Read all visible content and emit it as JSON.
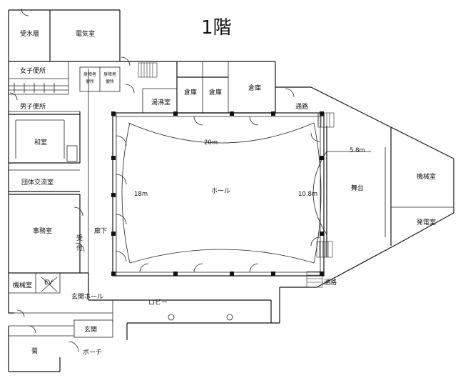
{
  "title": "1階",
  "rooms": {
    "water_tank": "受水層",
    "electric_room": "電気室",
    "womens_restroom": "女子便所",
    "disabled_restroom_1a": "身障者",
    "disabled_restroom_1b": "便所",
    "disabled_restroom_2a": "身障者",
    "disabled_restroom_2b": "便所",
    "mens_restroom": "男子便所",
    "storage_1": "倉庫",
    "storage_2": "倉庫",
    "storage_3": "倉庫",
    "kettle_room": "湯沸室",
    "passage_top": "通路",
    "washitsu": "和室",
    "group_room": "団体交流室",
    "office": "事務室",
    "reception_a": "受",
    "reception_b": "付",
    "corridor": "廊下",
    "hall": "ホール",
    "stage": "舞台",
    "machine_room_right": "機械室",
    "generator_room": "発電室",
    "machine_room_left": "機械室",
    "ev": "EV",
    "entrance_hall": "玄関ホール",
    "lobby": "ロビー",
    "passage_bottom": "通路",
    "entrance": "玄関",
    "garden": "菊",
    "porch": "ポーチ"
  },
  "dimensions": {
    "hall_width": "20m",
    "hall_depth": "18m",
    "stage_depth": "10.8m",
    "stage_width": "5.8m"
  }
}
